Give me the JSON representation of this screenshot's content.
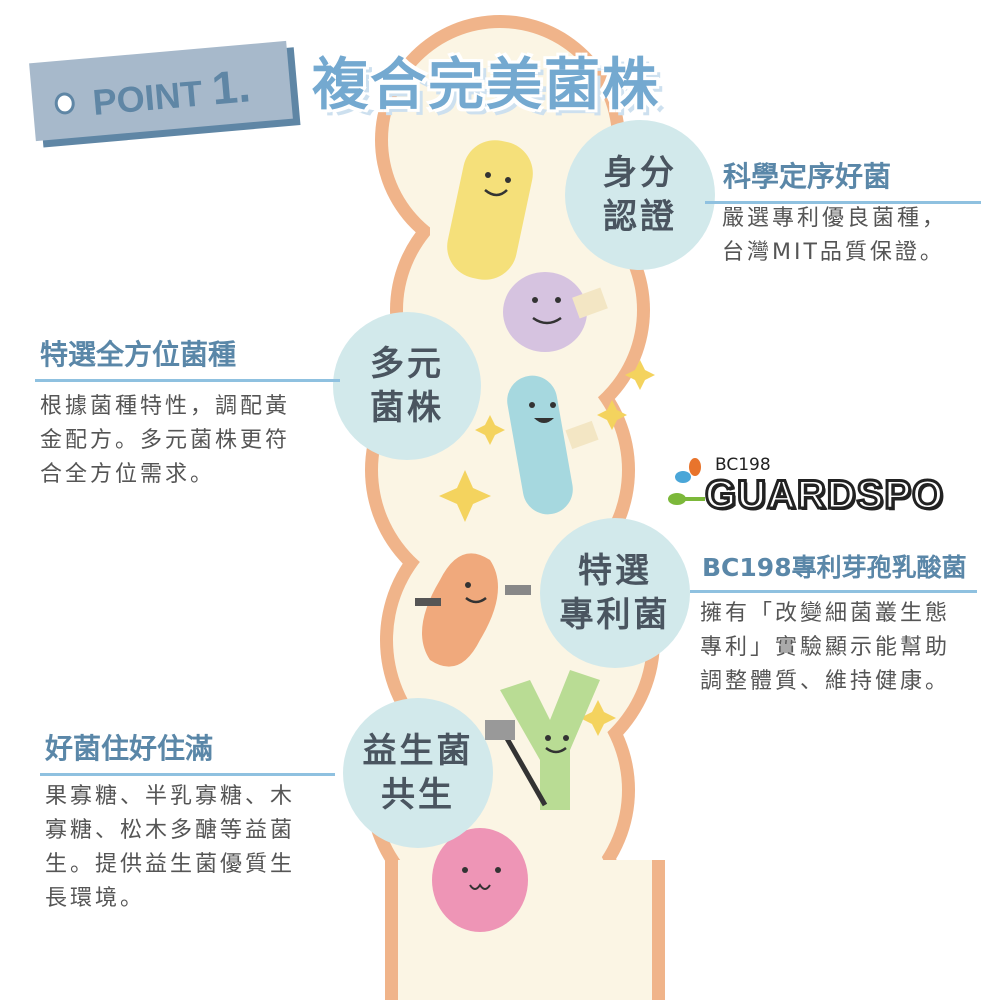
{
  "header": {
    "point_label": "POINT",
    "point_number": "1.",
    "title": "複合完美菌株"
  },
  "sections": [
    {
      "circle": [
        "身分",
        "認證"
      ],
      "heading": "科學定序好菌",
      "body": [
        "嚴選專利優良菌種，",
        "台灣MIT品質保證。"
      ]
    },
    {
      "circle": [
        "多元",
        "菌株"
      ],
      "heading": "特選全方位菌種",
      "body": [
        "根據菌種特性，調配黃",
        "金配方。多元菌株更符",
        "合全方位需求。"
      ]
    },
    {
      "circle": [
        "特選",
        "專利菌"
      ],
      "heading": "BC198專利芽孢乳酸菌",
      "body": [
        "擁有「改變細菌叢生態",
        "專利」實驗顯示能幫助",
        "調整體質、維持健康。"
      ]
    },
    {
      "circle": [
        "益生菌",
        "共生"
      ],
      "heading": "好菌住好住滿",
      "body": [
        "果寡糖、半乳寡糖、木",
        "寡糖、松木多醣等益菌",
        "生。提供益生菌優質生",
        "長環境。"
      ]
    }
  ],
  "logo": {
    "small": "BC198",
    "brand": "GUARDSPO"
  },
  "colors": {
    "heading": "#5a87a8",
    "circle": "#d2e9eb",
    "band": "#fbf5e4",
    "band_border": "#f0b48a"
  }
}
